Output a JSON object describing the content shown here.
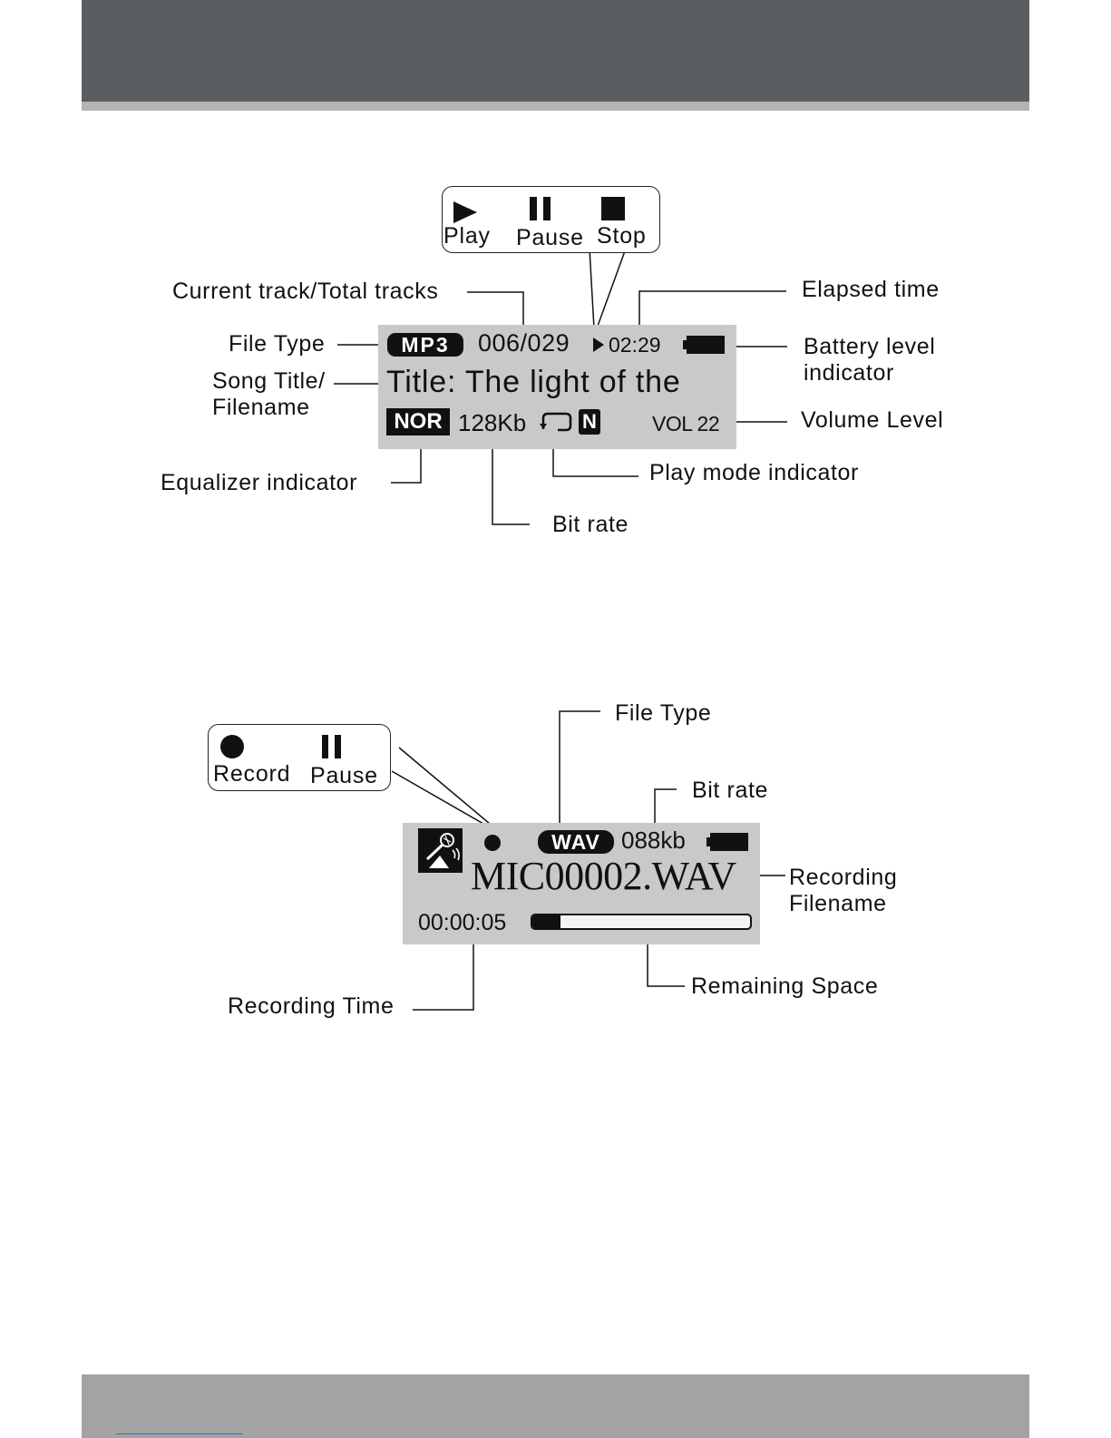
{
  "playback": {
    "controls": {
      "play": "Play",
      "pause": "Pause",
      "stop": "Stop"
    },
    "lcd": {
      "file_type": "MP3",
      "tracks": "006/029",
      "elapsed": "02:29",
      "title": "Title: The light of the",
      "equalizer": "NOR",
      "bitrate": "128Kb",
      "mode_badge": "N",
      "volume": "VOL 22"
    },
    "labels": {
      "current_track": "Current track/Total tracks",
      "elapsed_time": "Elapsed time",
      "file_type": "File Type",
      "battery_1": "Battery level",
      "battery_2": "indicator",
      "song_title_1": "Song Title/",
      "song_title_2": "Filename",
      "volume_level": "Volume Level",
      "equalizer": "Equalizer indicator",
      "play_mode": "Play mode indicator",
      "bit_rate": "Bit rate"
    }
  },
  "recording": {
    "controls": {
      "record": "Record",
      "pause": "Pause"
    },
    "lcd": {
      "file_type": "WAV",
      "bitrate": "088kb",
      "filename": "MIC00002.WAV",
      "time": "00:00:05",
      "space_used_fraction": 0.13
    },
    "labels": {
      "file_type": "File Type",
      "bit_rate": "Bit rate",
      "filename_1": "Recording",
      "filename_2": "Filename",
      "remaining_space": "Remaining Space",
      "recording_time": "Recording Time"
    }
  },
  "colors": {
    "header": "#5a5d62",
    "footer": "#a3a3a3",
    "lcd": "#c9c9c9"
  }
}
